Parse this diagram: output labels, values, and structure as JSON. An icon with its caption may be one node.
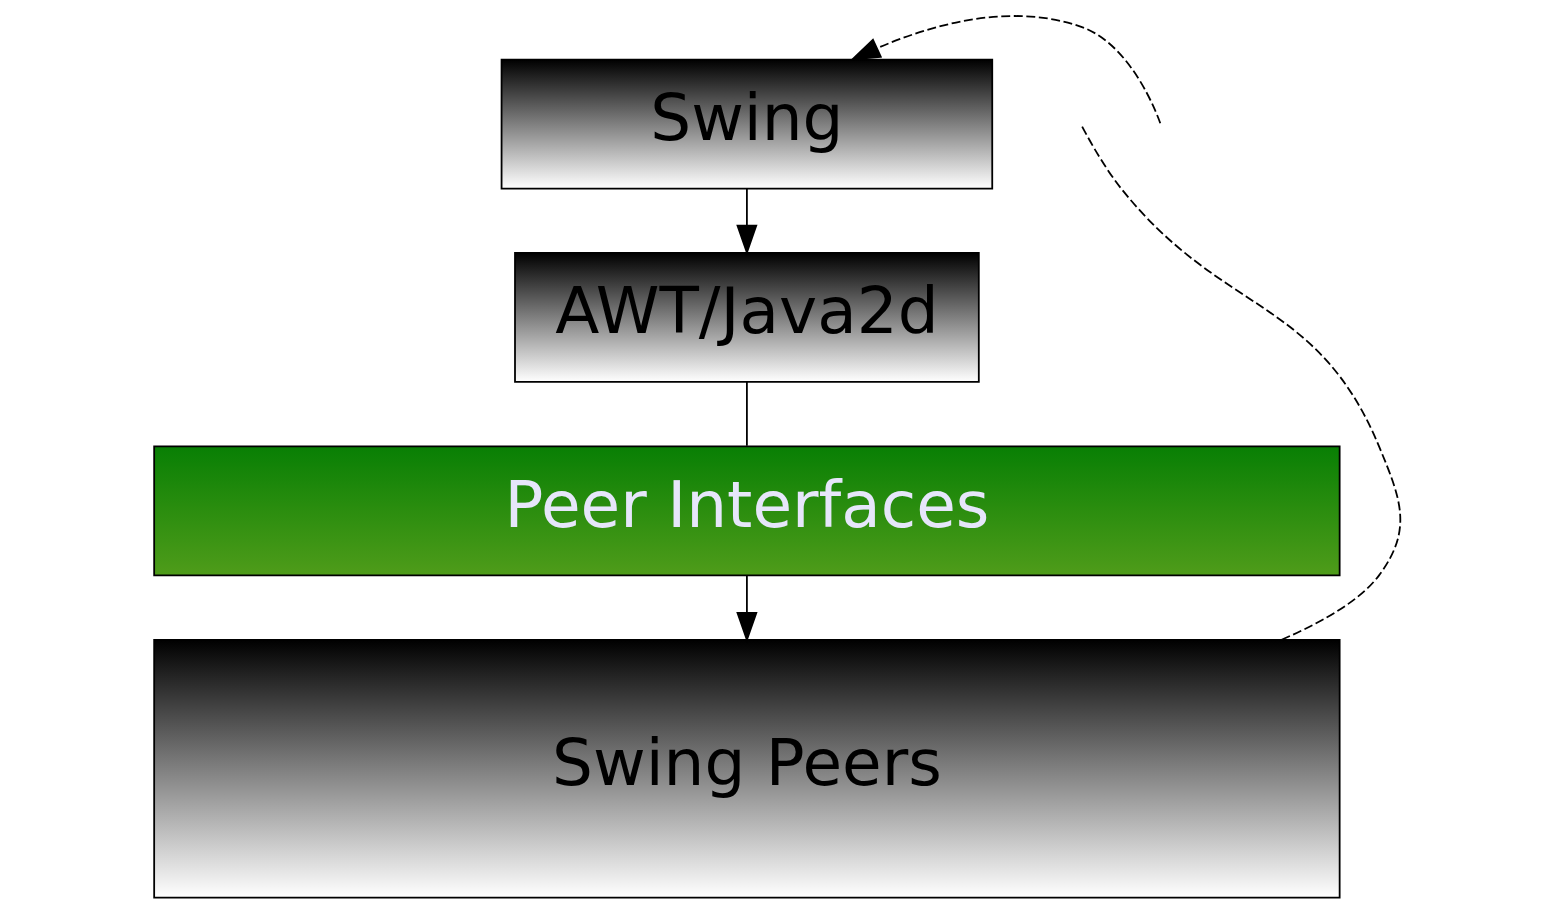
{
  "diagram": {
    "nodes": [
      {
        "text": [
          "Swing"
        ]
      },
      {
        "text": [
          "AWT/Java2d"
        ]
      },
      {
        "text": [
          "Peer Interfaces"
        ]
      },
      {
        "text": [
          "Swing Peers"
        ]
      }
    ],
    "edges": [
      {
        "from": 0,
        "to": 1,
        "arrow": "to"
      },
      {
        "from": 1,
        "to": 2,
        "arrow": "none"
      },
      {
        "from": 2,
        "to": 3,
        "arrow": "to"
      },
      {
        "from": null,
        "to": 0,
        "arrow": "to",
        "style": "dashed"
      },
      {
        "from": 3,
        "to": null,
        "arrow": "none",
        "style": "dashed"
      }
    ]
  }
}
